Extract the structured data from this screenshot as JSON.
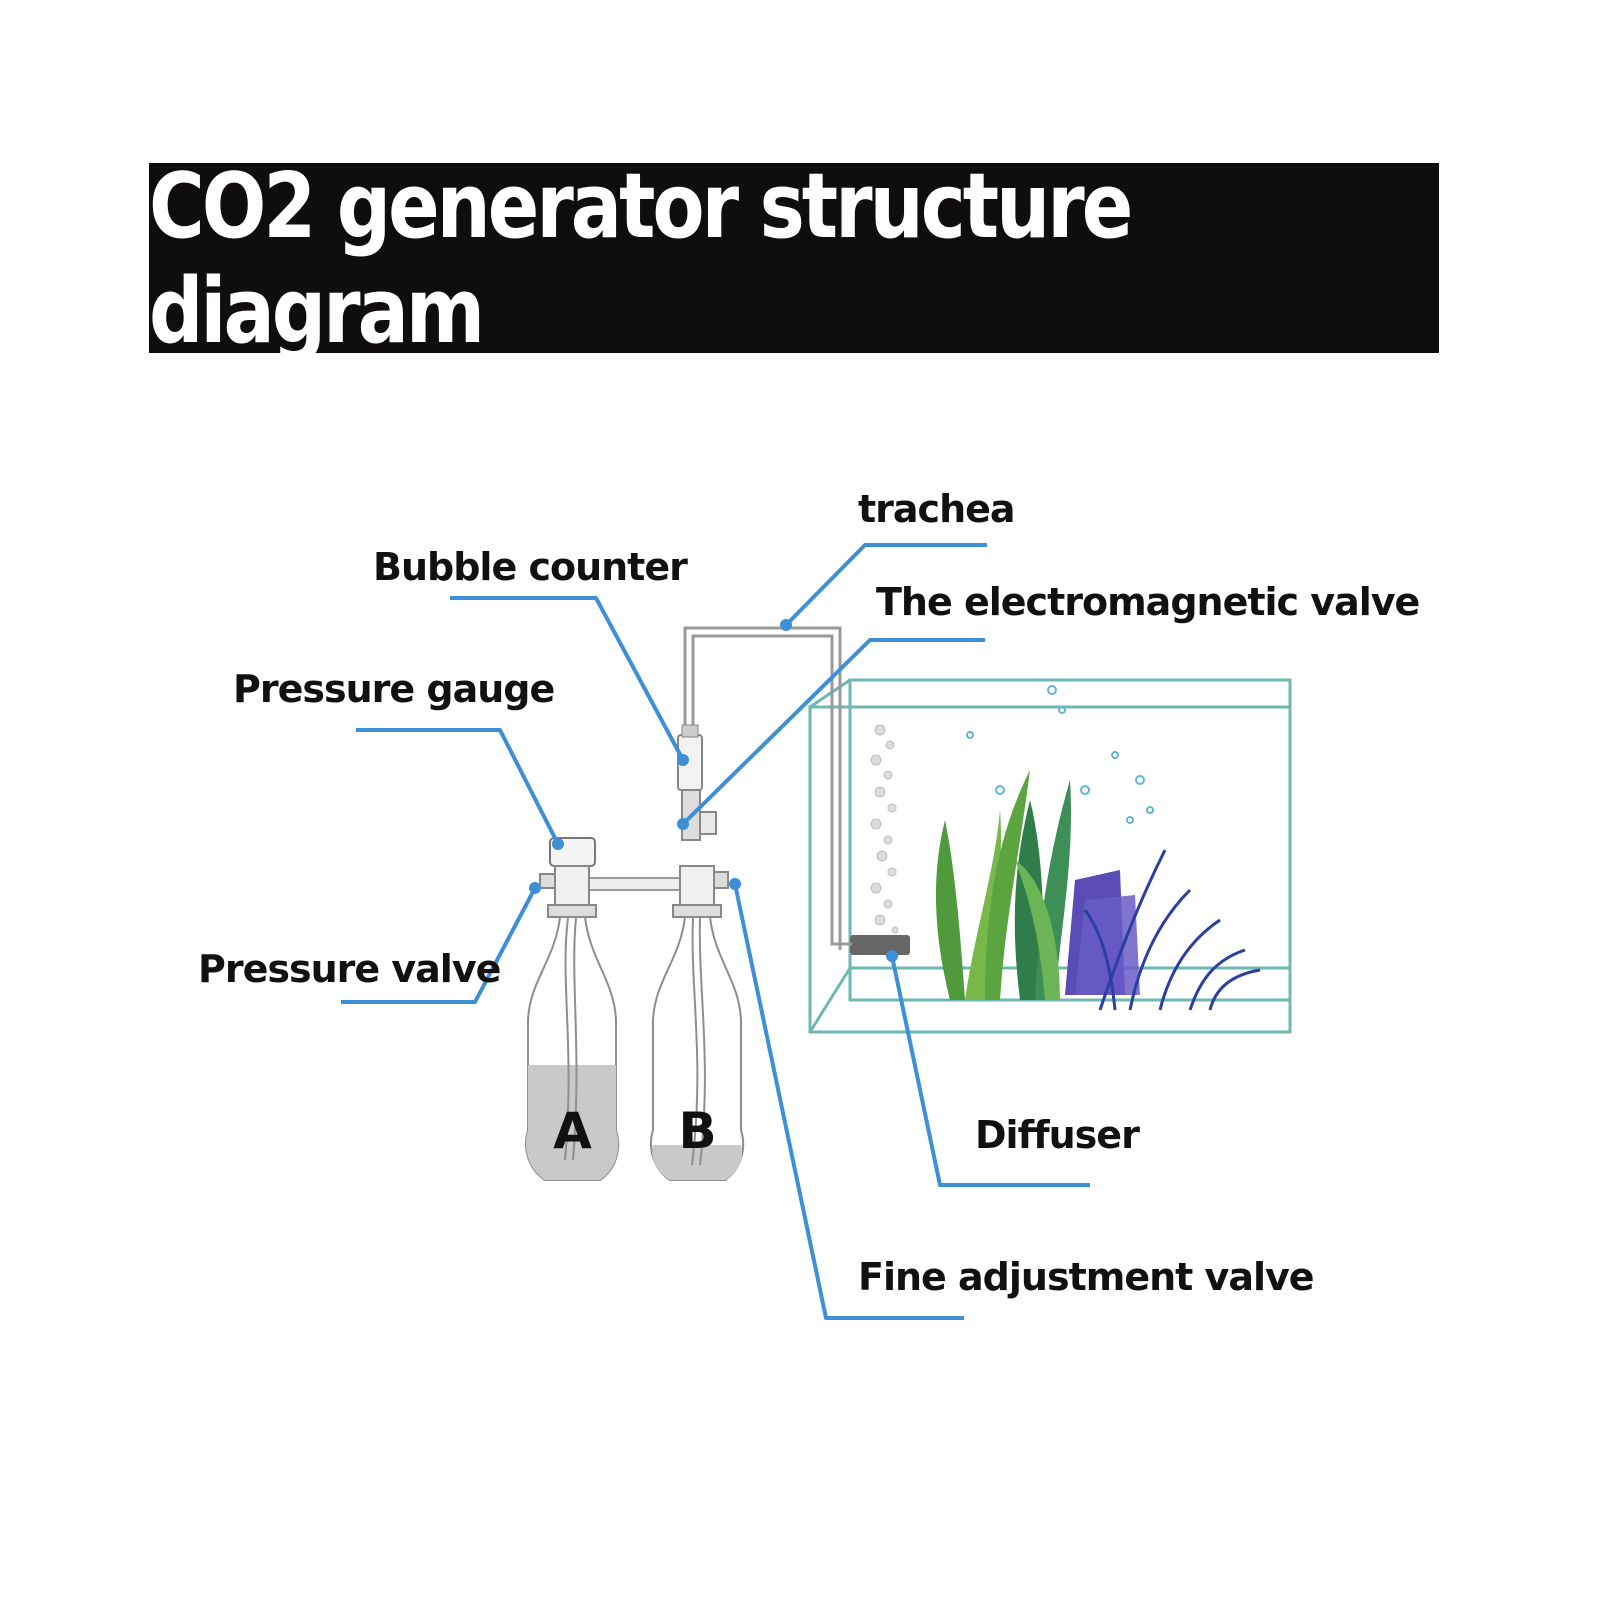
{
  "title": "CO2 generator structure diagram",
  "labels": {
    "trachea": "trachea",
    "bubble_counter": "Bubble counter",
    "electromagnetic_valve": "The electromagnetic valve",
    "pressure_gauge": "Pressure gauge",
    "pressure_valve": "Pressure valve",
    "diffuser": "Diffuser",
    "fine_adjustment_valve": "Fine adjustment valve"
  },
  "bottles": {
    "a": "A",
    "b": "B"
  },
  "colors": {
    "title_background": "#0f0d0d",
    "title_text": "#ffffff",
    "leader_line": "#3d8fd6",
    "tank_glass": "#6fb8b2",
    "label_text": "#111111"
  }
}
